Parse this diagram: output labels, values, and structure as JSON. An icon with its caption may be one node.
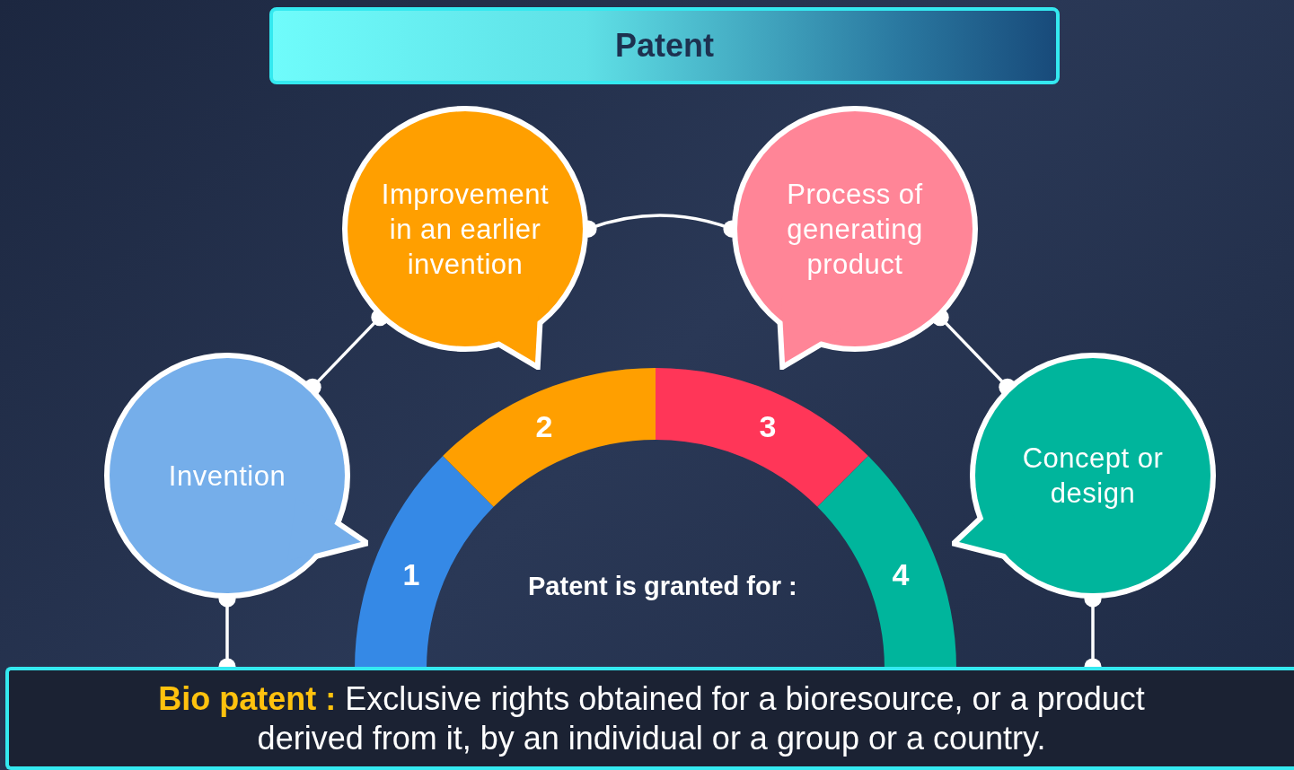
{
  "diagram": {
    "title": "Patent",
    "nodes": [
      {
        "text": [
          "Invention"
        ]
      },
      {
        "text": [
          "Improvement in an earlier invention"
        ]
      },
      {
        "text": [
          "Process of generating product"
        ]
      },
      {
        "text": [
          "Concept or design"
        ]
      },
      {
        "text": [
          "**Bio patent :** Exclusive rights obtained for a bioresource, or a product derived from it, by an individual or a group or a country."
        ]
      },
      {
        "text": [
          "1"
        ]
      },
      {
        "text": [
          "2"
        ]
      },
      {
        "text": [
          "3"
        ]
      },
      {
        "text": [
          "4"
        ]
      }
    ],
    "edges": [
      {
        "from": 0,
        "to": 1,
        "arrow": "other"
      },
      {
        "from": 1,
        "to": 2,
        "arrow": "other"
      },
      {
        "from": 2,
        "to": 3,
        "arrow": "other"
      },
      {
        "from": 0,
        "to": 4,
        "arrow": "other"
      },
      {
        "from": 3,
        "to": 4,
        "arrow": "other"
      }
    ],
    "labels": [
      "Patent is granted for :"
    ]
  }
}
